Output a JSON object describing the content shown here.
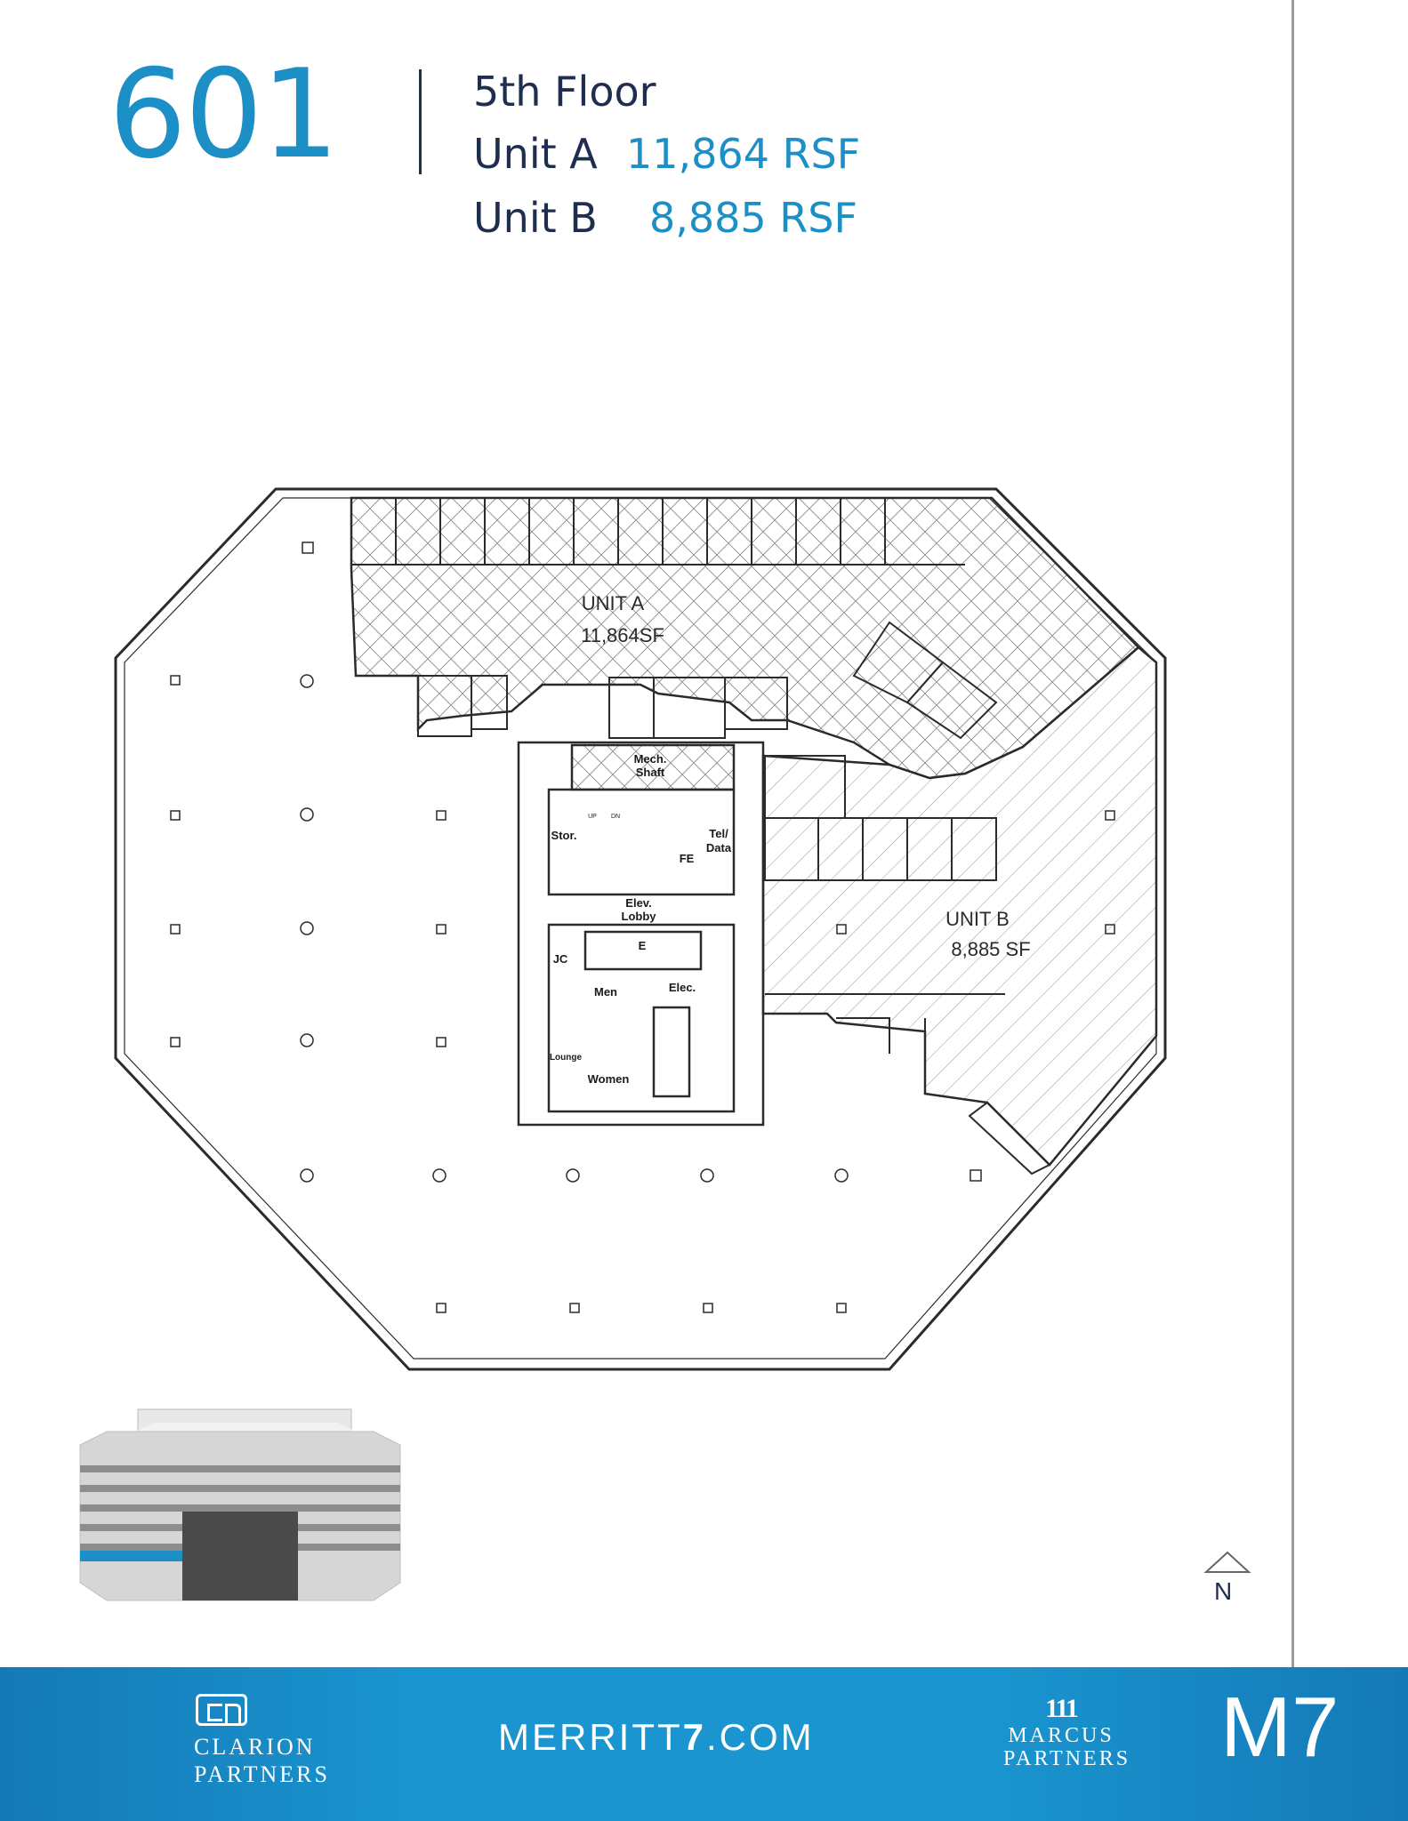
{
  "header": {
    "building_number": "601",
    "floor": "5th Floor",
    "unit_a_label": "Unit A",
    "unit_a_rsf": "11,864  RSF",
    "unit_b_label": "Unit B",
    "unit_b_rsf": "8,885  RSF"
  },
  "floor_plan": {
    "unit_a_title": "UNIT A",
    "unit_a_sf": "11,864SF",
    "unit_b_title": "UNIT B",
    "unit_b_sf": "8,885 SF",
    "rooms": {
      "mech_shaft_1": "Mech.",
      "mech_shaft_2": "Shaft",
      "stor": "Stor.",
      "tel_data_1": "Tel/",
      "tel_data_2": "Data",
      "fe": "FE",
      "elev_lobby_1": "Elev.",
      "elev_lobby_2": "Lobby",
      "e": "E",
      "jc": "JC",
      "men": "Men",
      "elec": "Elec.",
      "lounge": "Lounge",
      "women": "Women",
      "up": "UP",
      "dn": "DN"
    },
    "colors": {
      "line": "#2b2b2b",
      "hatch": "#8a8a8a"
    }
  },
  "compass": {
    "label": "N"
  },
  "footer": {
    "clarion": [
      "CLARION",
      "PARTNERS"
    ],
    "site_prefix": "MERRITT",
    "site_bold": "7",
    "site_suffix": ".COM",
    "marcus_mark": "111",
    "marcus": [
      "MARCUS",
      "PARTNERS"
    ],
    "logo": "M7",
    "colors": {
      "bar": "#1a95cf",
      "accent": "#1b8fc6",
      "navy": "#1f2d4f"
    }
  }
}
